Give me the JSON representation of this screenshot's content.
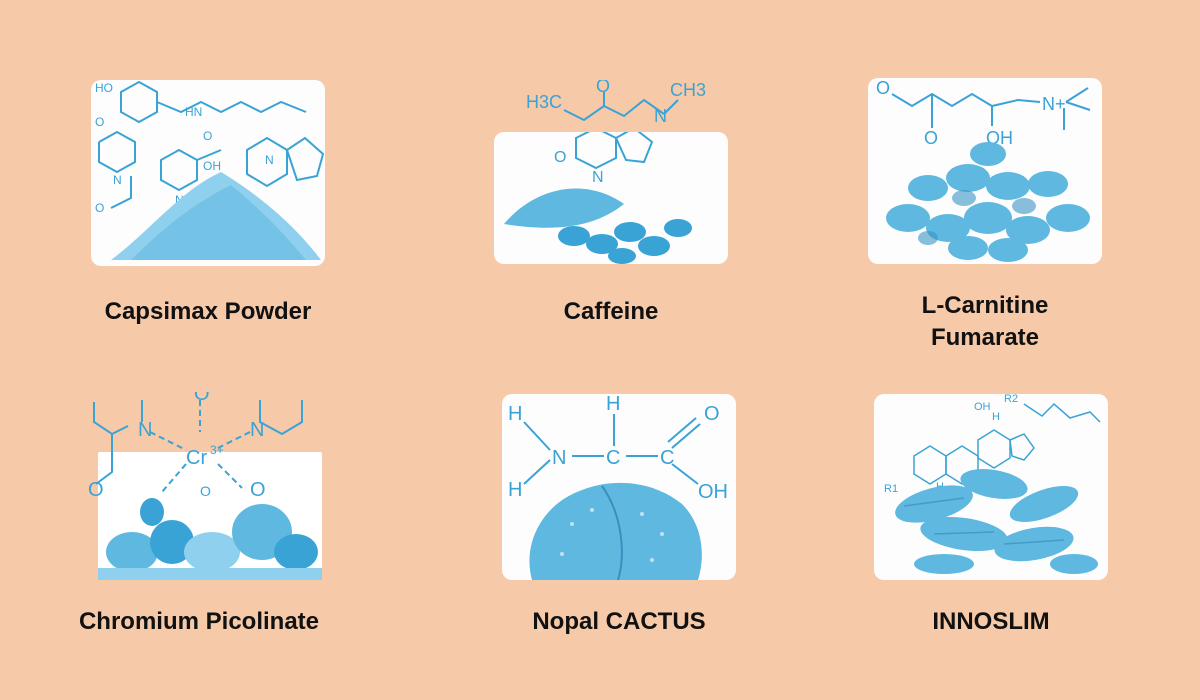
{
  "items": [
    {
      "label": "Capsimax Powder",
      "icon": "capsimax-powder-molecule-icon"
    },
    {
      "label": "Caffeine",
      "icon": "caffeine-molecule-coffee-icon"
    },
    {
      "label_lines": [
        "L-Carnitine",
        "Fumarate"
      ],
      "icon": "l-carnitine-nuts-molecule-icon"
    },
    {
      "label": "Chromium Picolinate",
      "icon": "chromium-picolinate-food-icon"
    },
    {
      "label": "Nopal CACTUS",
      "icon": "nopal-cactus-molecule-icon"
    },
    {
      "label": "INNOSLIM",
      "icon": "innoslim-ginseng-molecule-icon"
    }
  ],
  "colors": {
    "background": "#f6c9a8",
    "molecule_blue": "#3aa3d6",
    "image_blue": "#5fb8e0"
  },
  "molecule_text": {
    "caffeine": [
      "H3C",
      "O",
      "CH3",
      "N",
      "O",
      "N"
    ],
    "carnitine": [
      "O",
      "O",
      "OH",
      "N+"
    ],
    "chromium": [
      "Cr",
      "3+",
      "N",
      "N",
      "O",
      "O",
      "O",
      "O"
    ],
    "cactus": [
      "H",
      "H",
      "H",
      "N",
      "C",
      "C",
      "O",
      "OH"
    ],
    "innoslim": [
      "OH",
      "H",
      "R2",
      "R1",
      "H"
    ],
    "capsimax": [
      "HO",
      "O",
      "HN",
      "O",
      "N",
      "N",
      "O",
      "OH",
      "N"
    ]
  }
}
